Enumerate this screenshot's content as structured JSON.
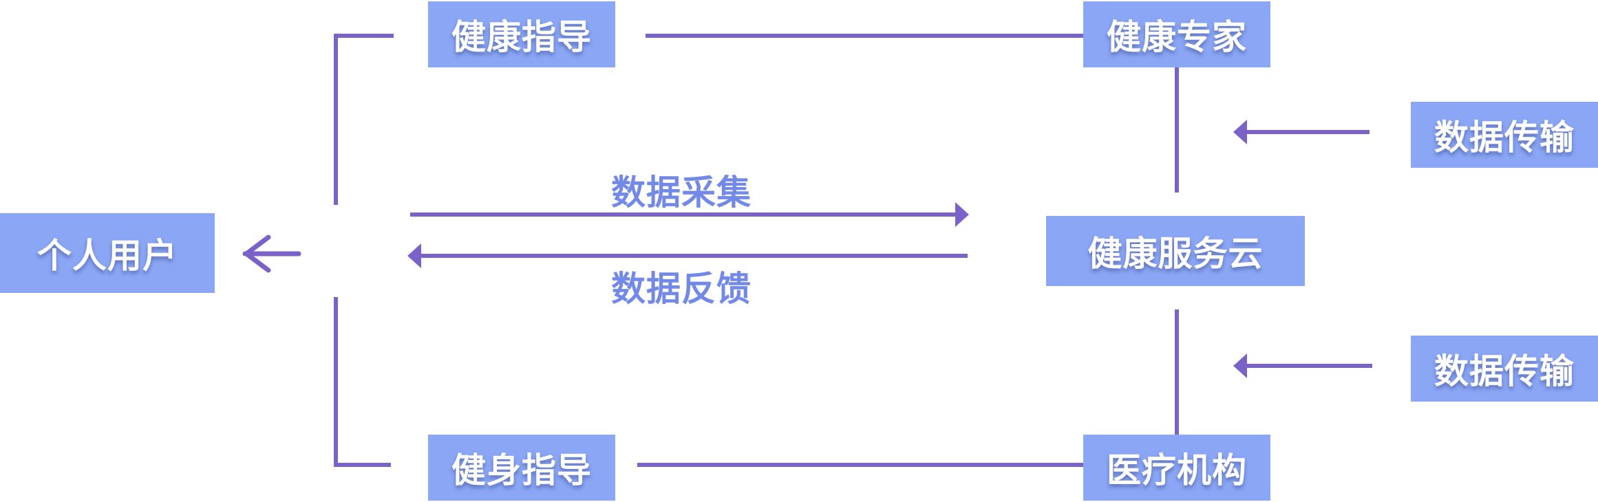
{
  "colors": {
    "node_fill": "#8aa6f4",
    "node_text": "#ffffff",
    "connector": "#7a62c9",
    "edge_label_text": "#7289e8"
  },
  "nodes": {
    "personal_user": "个人用户",
    "health_guidance": "健康指导",
    "fitness_guidance": "健身指导",
    "health_expert": "健康专家",
    "health_cloud": "健康服务云",
    "medical_institution": "医疗机构",
    "data_transfer_top": "数据传输",
    "data_transfer_bottom": "数据传输"
  },
  "edges": {
    "data_collection": "数据采集",
    "data_feedback": "数据反馈"
  }
}
